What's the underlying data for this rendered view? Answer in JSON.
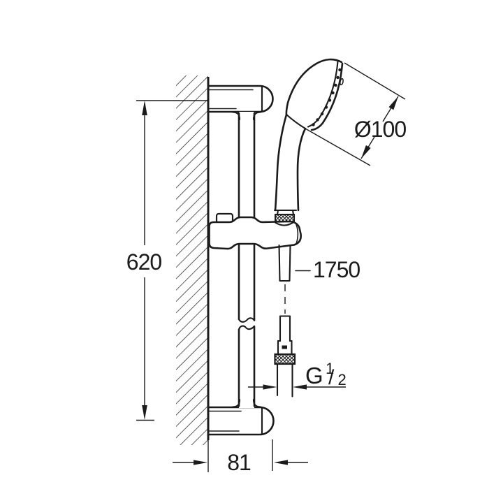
{
  "colors": {
    "background": "#ffffff",
    "line": "#1b1b1b"
  },
  "drawing": {
    "kind": "technical-dimension-drawing",
    "labels": {
      "rail_height": "620",
      "head_diameter": "Ø100",
      "hose_length": "1750",
      "thread_prefix": "G",
      "thread_numerator": "1",
      "thread_slash": "/",
      "thread_denominator": "2",
      "bracket_depth": "81"
    }
  }
}
